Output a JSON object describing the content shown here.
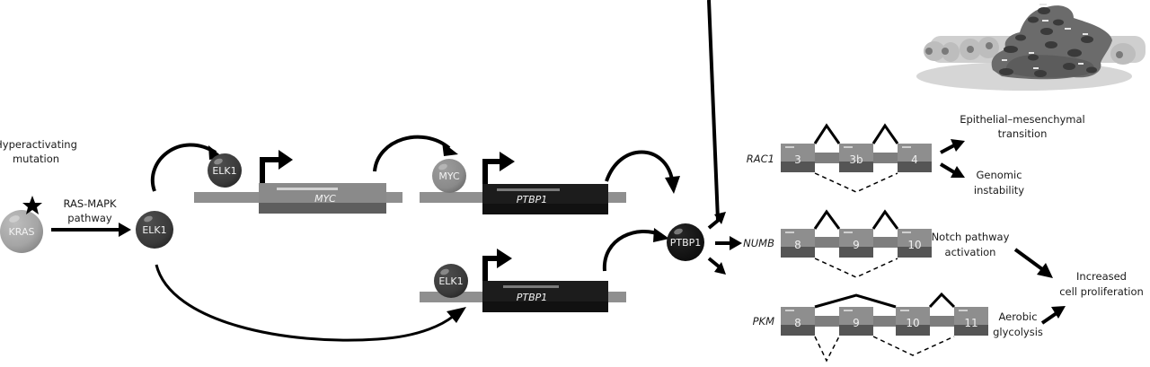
{
  "figure": {
    "upstream": {
      "mutation_label_line1": "Hyperactivating",
      "mutation_label_line2": "mutation",
      "kras_label": "KRAS",
      "pathway_label_line1": "RAS-MAPK",
      "pathway_label_line2": "pathway",
      "elk1_label": "ELK1"
    },
    "transcription": {
      "elk1_bound_label": "ELK1",
      "myc_gene_label": "MYC",
      "myc_protein_label": "MYC",
      "ptbp1_gene_label": "PTBP1",
      "elk1_lower_label": "ELK1",
      "ptbp1_gene_lower_label": "PTBP1",
      "ptbp1_protein_label": "PTBP1"
    },
    "splicing_targets": [
      {
        "gene": "RAC1",
        "exons": [
          "3",
          "3b",
          "4"
        ],
        "outcomes": [
          {
            "line1": "Epithelial–mesenchymal",
            "line2": "transition"
          },
          {
            "line1": "Genomic",
            "line2": "instability"
          }
        ]
      },
      {
        "gene": "NUMB",
        "exons": [
          "8",
          "9",
          "10"
        ],
        "outcomes": [
          {
            "line1": "Notch pathway",
            "line2": "activation"
          }
        ]
      },
      {
        "gene": "PKM",
        "exons": [
          "8",
          "9",
          "10",
          "11"
        ],
        "outcomes": [
          {
            "line1": "Aerobic",
            "line2": "glycolysis"
          }
        ]
      }
    ],
    "final_outcome": {
      "line1": "Increased",
      "line2": "cell proliferation"
    },
    "colors": {
      "kras": "#a9a9a9",
      "elk1": "#3c3c3c",
      "myc_protein": "#8c8c8c",
      "ptbp1_protein": "#151515",
      "myc_gene": "#8a8a8a",
      "ptbp1_gene": "#1c1c1c",
      "dna_strand": "#909090",
      "exon_top": "#8e8e8e",
      "exon_bottom": "#555555",
      "arrow": "#000000"
    }
  }
}
